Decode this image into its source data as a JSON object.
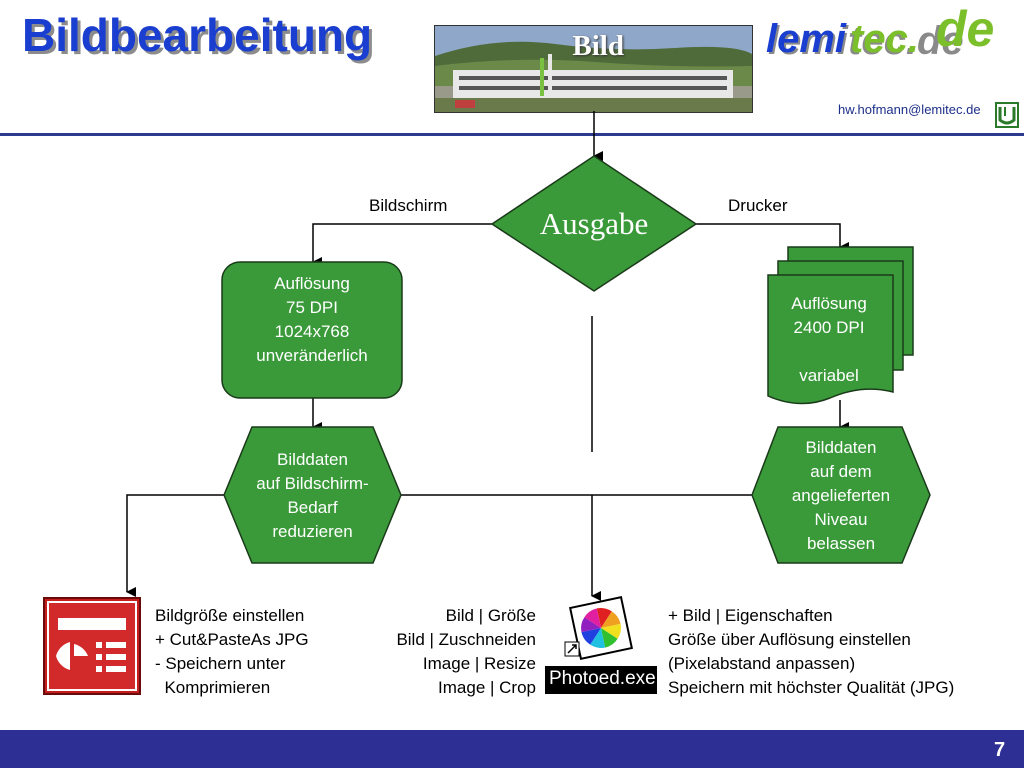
{
  "header": {
    "title": "Bildbearbeitung",
    "photo_label": "Bild",
    "logo_text_a": "lemi",
    "logo_text_b": "tec.",
    "logo_text_c": "de",
    "email": "hw.hofmann@lemitec.de"
  },
  "diagram": {
    "decision": "Ausgabe",
    "branch_left": "Bildschirm",
    "branch_right": "Drucker",
    "screen_box": [
      "Auflösung",
      "75 DPI",
      "1024x768",
      "unveränderlich"
    ],
    "printer_box": [
      "Auflösung",
      "2400 DPI",
      "",
      "variabel"
    ],
    "screen_hex": [
      "Bilddaten",
      "auf Bildschirm-",
      "Bedarf",
      "reduzieren"
    ],
    "printer_hex": [
      "Bilddaten",
      "auf dem",
      "angelieferten",
      "Niveau",
      "belassen"
    ]
  },
  "bottom": {
    "left_list": [
      "Bildgröße einstellen",
      "+ Cut&PasteAs JPG",
      "- Speichern unter",
      "  Komprimieren"
    ],
    "middle_list": [
      "Bild | Größe",
      "Bild | Zuschneiden",
      "Image | Resize",
      "Image | Crop"
    ],
    "right_list": [
      "+ Bild | Eigenschaften",
      "Größe über Auflösung einstellen",
      "(Pixelabstand anpassen)",
      "Speichern mit höchster Qualität (JPG)"
    ],
    "photoed_label": "Photoed.exe"
  },
  "footer": {
    "page_number": "7"
  },
  "colors": {
    "node_green": "#3a9a3a",
    "title_blue": "#1a3fd0",
    "footer_blue": "#2d2f95"
  },
  "icons": [
    "powerpoint-icon",
    "photoed-icon",
    "lemitec-small-icon"
  ]
}
